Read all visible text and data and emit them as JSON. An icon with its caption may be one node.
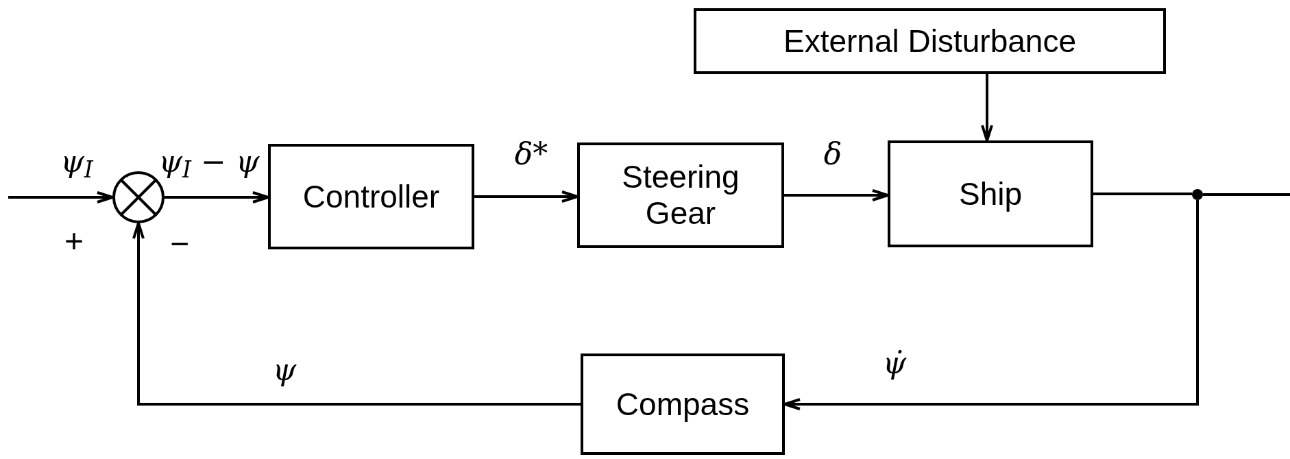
{
  "diagram": {
    "nodes": [
      {
        "text": [
          "External Disturbance"
        ]
      },
      {
        "text": [],
        "shape": "circle"
      },
      {
        "text": [
          "Controller"
        ]
      },
      {
        "text": [
          "Steering Gear"
        ]
      },
      {
        "text": [
          "Ship"
        ]
      },
      {
        "text": [],
        "shape": "circle"
      },
      {
        "text": [
          "Compass"
        ]
      }
    ],
    "edges": [
      {
        "from": null,
        "to": 1,
        "arrow": "to",
        "label": "ψ$_{I}$"
      },
      {
        "from": 1,
        "to": 2,
        "arrow": "to",
        "label": "ψ$_{I}$ − ψ"
      },
      {
        "from": 2,
        "to": 3,
        "arrow": "to",
        "label": "δ*"
      },
      {
        "from": 3,
        "to": 4,
        "arrow": "to",
        "label": "δ"
      },
      {
        "from": 0,
        "to": 4,
        "arrow": "to"
      },
      {
        "from": 4,
        "to": 5,
        "arrow": "none"
      },
      {
        "from": 5,
        "to": null,
        "arrow": "none"
      },
      {
        "from": 5,
        "to": 6,
        "arrow": "to",
        "label": "ψ̇"
      },
      {
        "from": 6,
        "to": 1,
        "arrow": "to",
        "label": "ψ"
      }
    ],
    "labels": [
      "+",
      "−"
    ]
  }
}
